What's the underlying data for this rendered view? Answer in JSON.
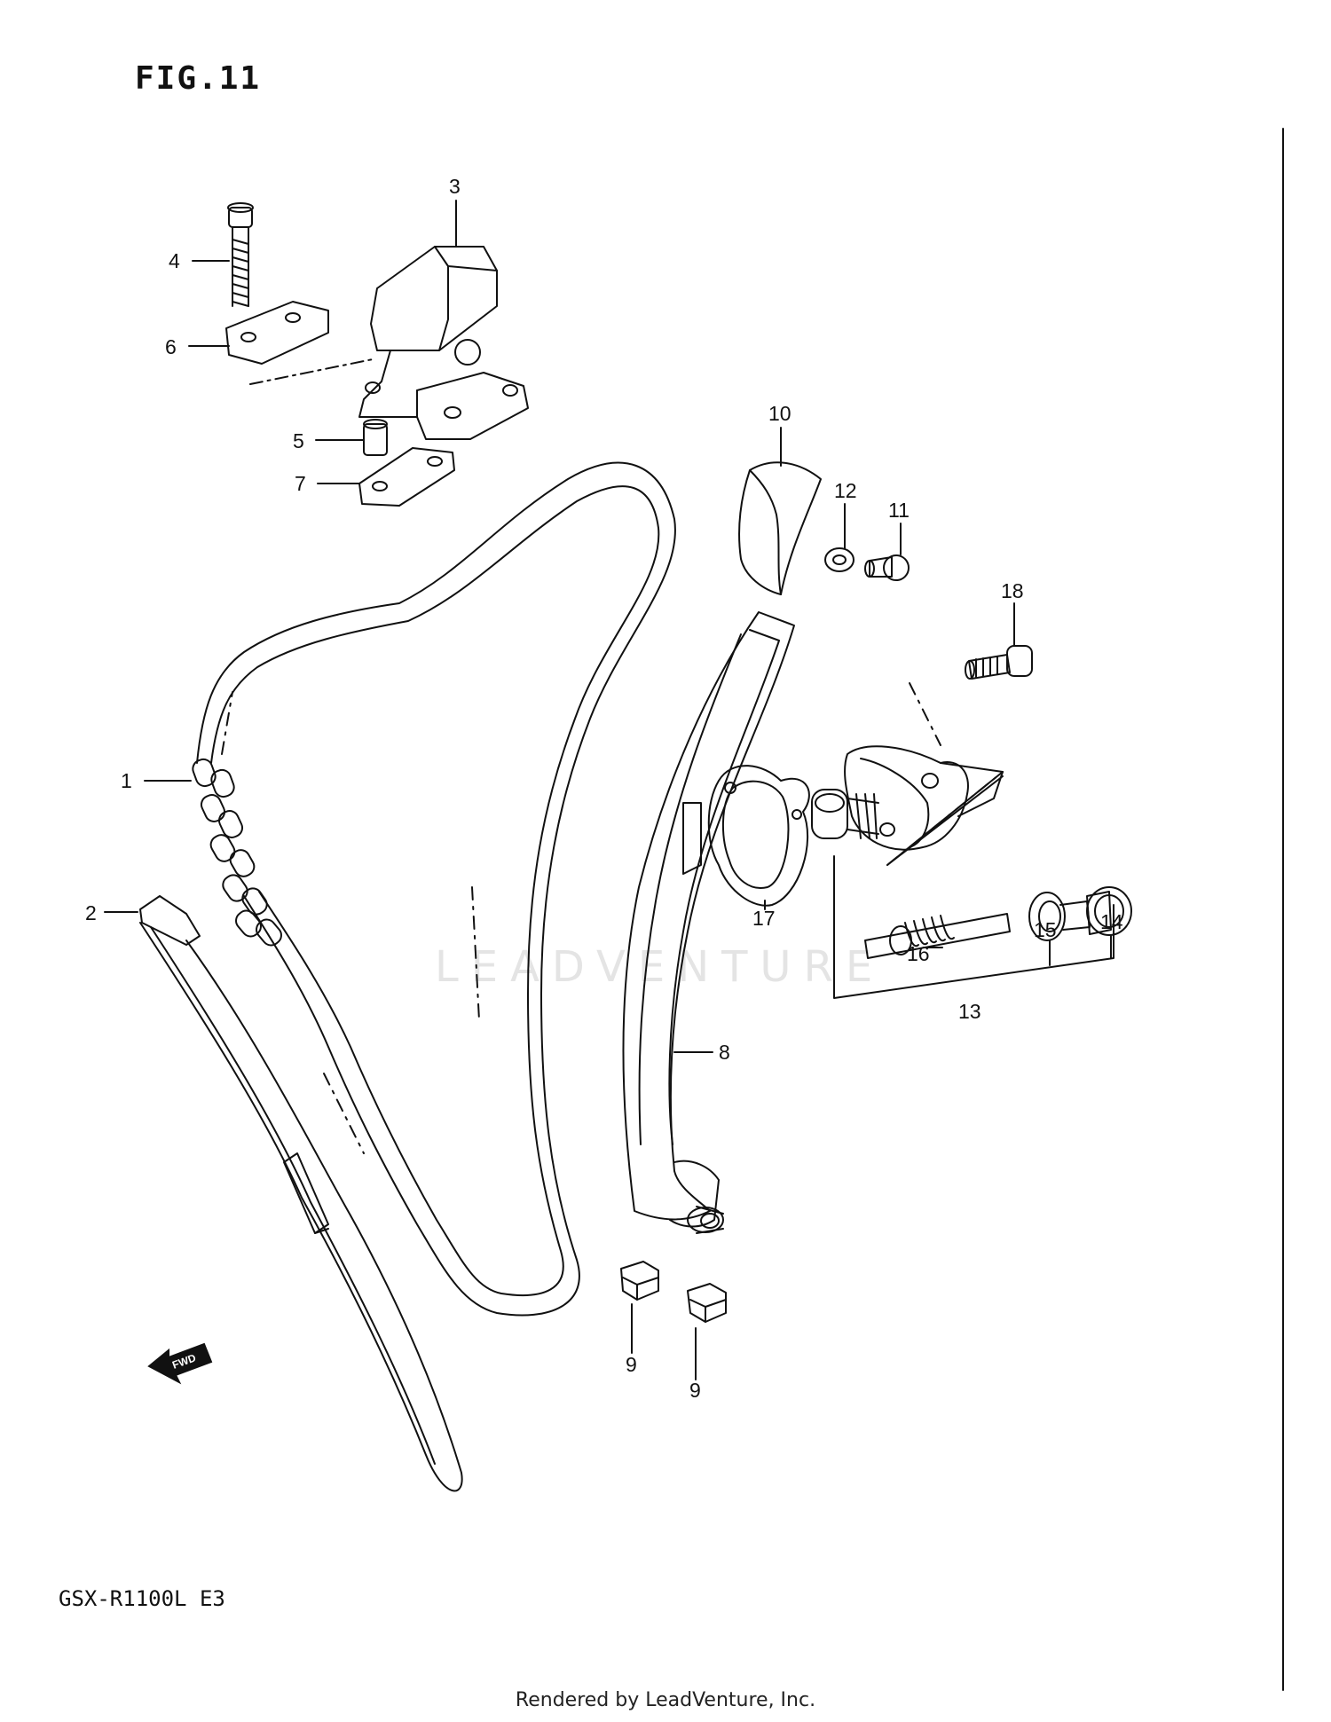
{
  "figure": {
    "title": "FIG.11"
  },
  "model": "GSX-R1100L E3",
  "footer": "Rendered by LeadVenture, Inc.",
  "watermark": "LEADVENTURE",
  "forward_marker": "FWD",
  "callouts": {
    "c1": "1",
    "c2": "2",
    "c3": "3",
    "c4": "4",
    "c5": "5",
    "c6": "6",
    "c7": "7",
    "c8": "8",
    "c9a": "9",
    "c9b": "9",
    "c10": "10",
    "c11": "11",
    "c12": "12",
    "c13": "13",
    "c14": "14",
    "c15": "15",
    "c16": "16",
    "c17": "17",
    "c18": "18"
  }
}
